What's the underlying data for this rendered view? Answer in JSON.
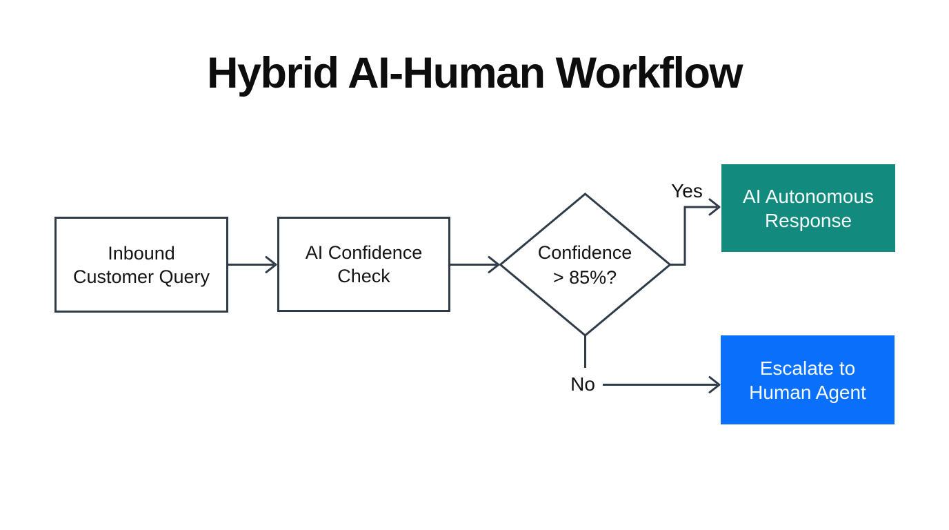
{
  "title": "Hybrid AI-Human Workflow",
  "colors": {
    "background": "#FFFFFF",
    "stroke": "#2F3B48",
    "node_fill": "#FFFFFF",
    "node_text": "#141414",
    "title_text": "#0D0D0D",
    "edge_label_text": "#111111",
    "yes_box_fill": "#128A7D",
    "no_box_fill": "#0A6FFB",
    "light_text": "#F7FAFB"
  },
  "nodes": {
    "inbound": {
      "label": "Inbound\nCustomer Query"
    },
    "confidence_check": {
      "label": "AI Confidence\nCheck"
    },
    "decision": {
      "label": "Confidence\n> 85%?"
    },
    "ai_response": {
      "label": "AI Autonomous\nResponse"
    },
    "human_escalation": {
      "label": "Escalate to\nHuman Agent"
    }
  },
  "edges": {
    "yes": {
      "label": "Yes"
    },
    "no": {
      "label": "No"
    }
  }
}
